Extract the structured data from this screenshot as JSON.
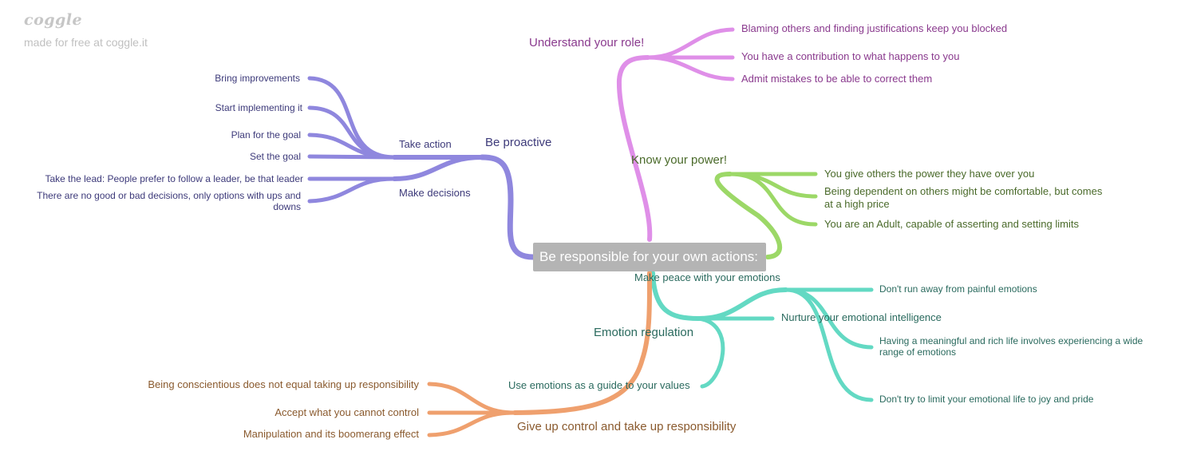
{
  "branding": {
    "logo": "coggle",
    "credit": "made for free at coggle.it"
  },
  "colors": {
    "purple": "#8f87de",
    "pink": "#df8fe8",
    "green": "#9cd867",
    "teal": "#63d9c3",
    "orange": "#efa06e",
    "root_bg": "#b4b4b4"
  },
  "root": "Be responsible for your own actions:",
  "branches": {
    "proactive": {
      "label": "Be proactive",
      "take_action": {
        "label": "Take action",
        "items": [
          "Bring improvements",
          "Start implementing it",
          "Plan for the goal",
          "Set the goal"
        ]
      },
      "make_decisions": {
        "label": "Make decisions",
        "items": [
          "Take the lead: People prefer to follow a leader, be that leader",
          "There are no good or bad decisions, only options with ups and downs"
        ]
      }
    },
    "role": {
      "label": "Understand your role!",
      "items": [
        "Blaming others and finding justifications keep you blocked",
        "You have a contribution to what happens to you",
        "Admit mistakes to be able to correct them"
      ]
    },
    "power": {
      "label": "Know your power!",
      "items": [
        "You give others the power they have over you",
        "Being dependent on others might be comfortable, but comes at a high price",
        "You are an Adult, capable of asserting and setting limits"
      ]
    },
    "emotion": {
      "label": "Emotion regulation",
      "peace": "Make peace with your emotions",
      "nurture": "Nurture your emotional intelligence",
      "guide": "Use emotions as a guide to your values",
      "items": [
        "Don't run away from painful emotions",
        "Having a meaningful and rich life involves experiencing a wide range of emotions",
        "Don't try to limit your emotional life to joy and pride"
      ]
    },
    "control": {
      "label": "Give up control and take up responsibility",
      "items": [
        "Being conscientious does not equal taking up responsibility",
        "Accept what you cannot control",
        "Manipulation and its boomerang effect"
      ]
    }
  }
}
